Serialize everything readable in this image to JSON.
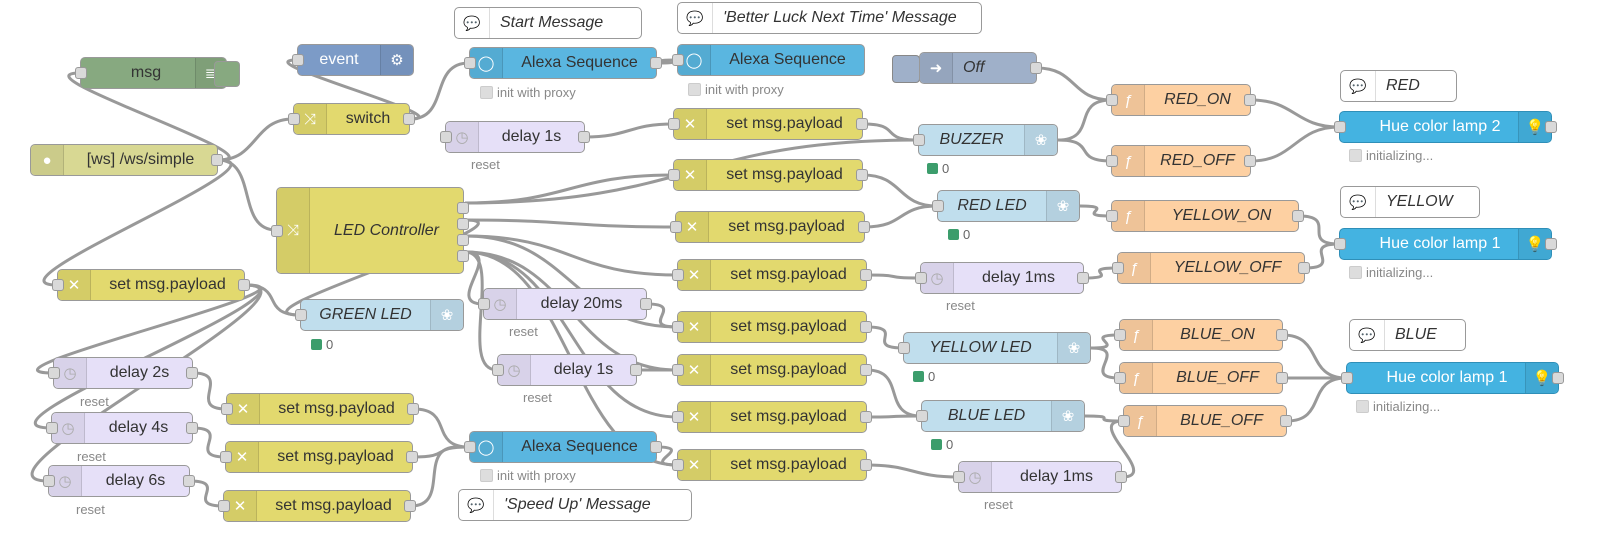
{
  "colors": {
    "change": "#e2d96e",
    "delay": "#e6e0f8",
    "function": "#fdd0a2",
    "alexa": "#5ab6e0",
    "pi": "#c0deed",
    "hue": "#44b3e1",
    "http": "#d8d893",
    "debug": "#87a980",
    "comment": "#ffffff",
    "event": "#7c9bc7",
    "link": "#9fb0c9",
    "wire": "#999999"
  },
  "nodes": {
    "msg": {
      "label": "msg",
      "icon": "list-icon"
    },
    "event": {
      "label": "event",
      "icon": "chip-icon"
    },
    "switch": {
      "label": "switch",
      "icon": "switch-icon"
    },
    "ws_simple": {
      "label": "[ws] /ws/simple",
      "icon": "globe-icon"
    },
    "led_controller": {
      "label": "LED Controller",
      "icon": "switch-icon"
    },
    "set_left": {
      "label": "set msg.payload",
      "icon": "shuffle-icon"
    },
    "green_led": {
      "label": "GREEN LED",
      "status": "0",
      "icon": "raspberry-icon"
    },
    "delay_2s": {
      "label": "delay 2s",
      "sub": "reset"
    },
    "delay_4s": {
      "label": "delay 4s",
      "sub": "reset"
    },
    "delay_6s": {
      "label": "delay 6s",
      "sub": "reset"
    },
    "set_a": {
      "label": "set msg.payload"
    },
    "set_b": {
      "label": "set msg.payload"
    },
    "set_c": {
      "label": "set msg.payload"
    },
    "start_msg": {
      "label": "Start Message"
    },
    "alexa_1": {
      "label": "Alexa Sequence",
      "sub": "init with proxy"
    },
    "delay_1s_top": {
      "label": "delay 1s",
      "sub": "reset"
    },
    "better_luck": {
      "label": "'Better Luck Next Time' Message"
    },
    "alexa_2": {
      "label": "Alexa Sequence",
      "sub": "init with proxy"
    },
    "off": {
      "label": "Off"
    },
    "set_1": {
      "label": "set msg.payload"
    },
    "set_2": {
      "label": "set msg.payload"
    },
    "set_3": {
      "label": "set msg.payload"
    },
    "set_4": {
      "label": "set msg.payload"
    },
    "set_5": {
      "label": "set msg.payload"
    },
    "set_6": {
      "label": "set msg.payload"
    },
    "set_7": {
      "label": "set msg.payload"
    },
    "set_8": {
      "label": "set msg.payload"
    },
    "delay_20ms": {
      "label": "delay 20ms",
      "sub": "reset"
    },
    "delay_1s_mid": {
      "label": "delay 1s",
      "sub": "reset"
    },
    "alexa_3": {
      "label": "Alexa Sequence",
      "sub": "init with proxy"
    },
    "speed_up": {
      "label": "'Speed Up' Message"
    },
    "buzzer": {
      "label": "BUZZER",
      "status": "0"
    },
    "red_led": {
      "label": "RED LED",
      "status": "0"
    },
    "delay_1ms_a": {
      "label": "delay 1ms",
      "sub": "reset"
    },
    "yellow_led": {
      "label": "YELLOW LED",
      "status": "0"
    },
    "blue_led": {
      "label": "BLUE LED",
      "status": "0"
    },
    "delay_1ms_b": {
      "label": "delay 1ms",
      "sub": "reset"
    },
    "red_on": {
      "label": "RED_ON"
    },
    "red_off": {
      "label": "RED_OFF"
    },
    "yellow_on": {
      "label": "YELLOW_ON"
    },
    "yellow_off": {
      "label": "YELLOW_OFF"
    },
    "blue_on": {
      "label": "BLUE_ON"
    },
    "blue_off_1": {
      "label": "BLUE_OFF"
    },
    "blue_off_2": {
      "label": "BLUE_OFF"
    },
    "c_red": {
      "label": "RED"
    },
    "c_yellow": {
      "label": "YELLOW"
    },
    "c_blue": {
      "label": "BLUE"
    },
    "hue_2": {
      "label": "Hue color lamp 2",
      "sub": "initializing..."
    },
    "hue_1a": {
      "label": "Hue color lamp 1",
      "sub": "initializing..."
    },
    "hue_1b": {
      "label": "Hue color lamp 1",
      "sub": "initializing..."
    }
  }
}
